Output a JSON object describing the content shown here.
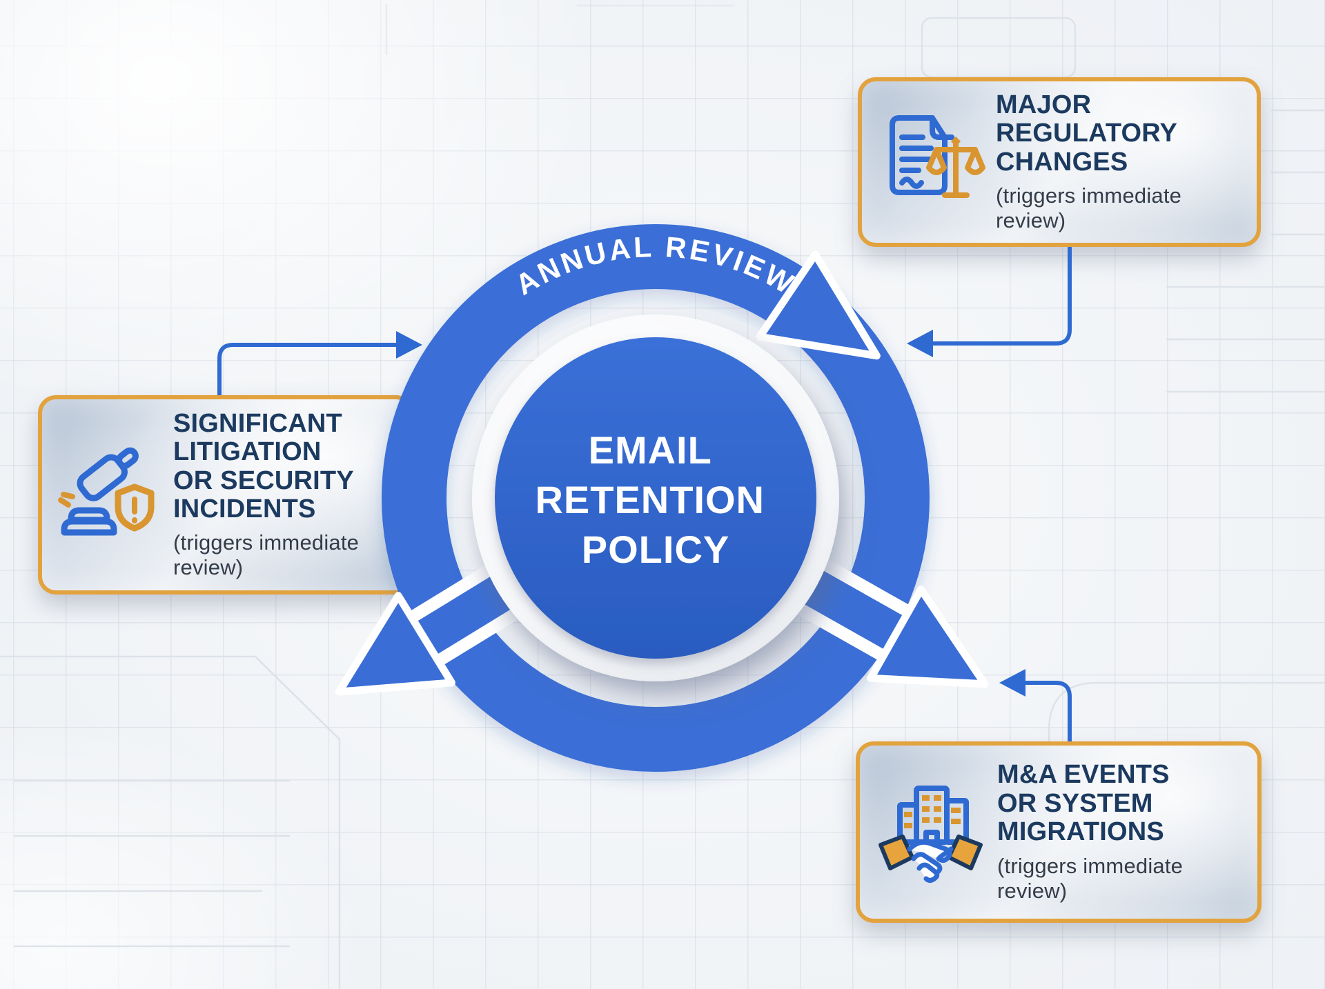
{
  "diagram": {
    "type": "hub-and-spoke review cycle",
    "center": {
      "lines": [
        "EMAIL",
        "RETENTION",
        "POLICY"
      ],
      "ring_label": "ANNUAL REVIEW"
    },
    "cards": {
      "litigation": {
        "title": "SIGNIFICANT\nLITIGATION\nOR SECURITY\nINCIDENTS",
        "note": "(triggers immediate review)",
        "icon": "gavel-shield-icon",
        "position": "left"
      },
      "regulatory": {
        "title": "MAJOR\nREGULATORY\nCHANGES",
        "note": "(triggers immediate review)",
        "icon": "document-scales-icon",
        "position": "top-right"
      },
      "ma": {
        "title": "M&A EVENTS\nOR SYSTEM\nMIGRATIONS",
        "note": "(triggers immediate review)",
        "icon": "buildings-handshake-icon",
        "position": "bottom-right"
      }
    },
    "colors": {
      "ring_blue": "#3a6ed6",
      "core_blue": "#2e62c8",
      "connector_blue": "#2e6ad1",
      "card_border_gold": "#e2a23d",
      "icon_gold": "#d9952f",
      "title_navy": "#1c3a5f",
      "note_gray": "#333c49",
      "background": "#f5f7f9"
    }
  }
}
